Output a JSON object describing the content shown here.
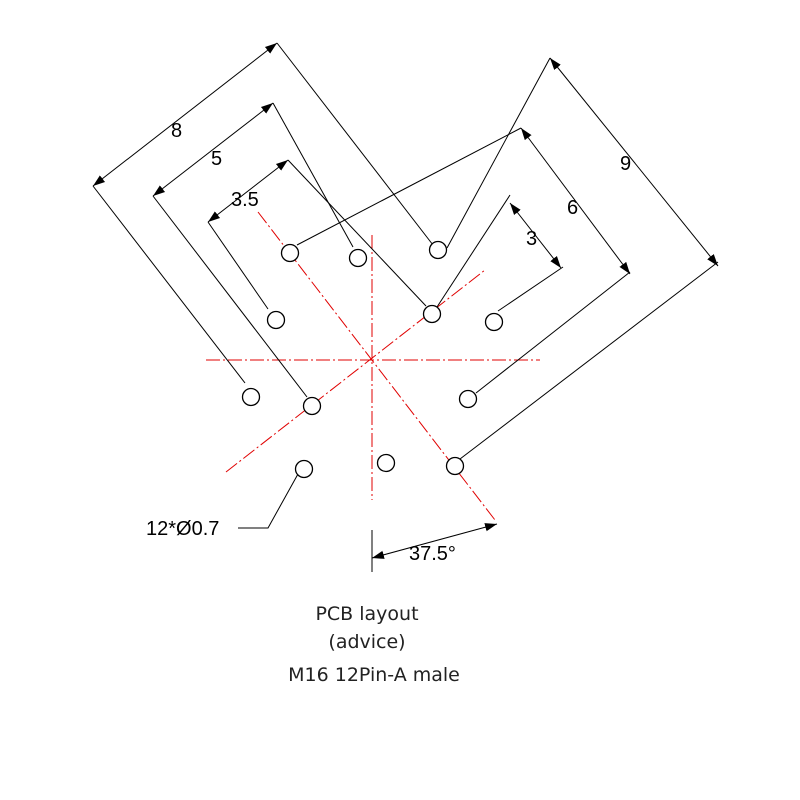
{
  "colors": {
    "line": "#000000",
    "centerline": "#e00000",
    "background": "#ffffff"
  },
  "dimensions": {
    "d8": "8",
    "d5": "5",
    "d3_5": "3.5",
    "d9": "9",
    "d6": "6",
    "d3": "3",
    "angle": "37.5°"
  },
  "hole_callout": "12*Ø0.7",
  "holes_count": 12,
  "caption": {
    "line1": "PCB layout",
    "line2": "(advice)",
    "line3": "M16 12Pin-A male"
  }
}
